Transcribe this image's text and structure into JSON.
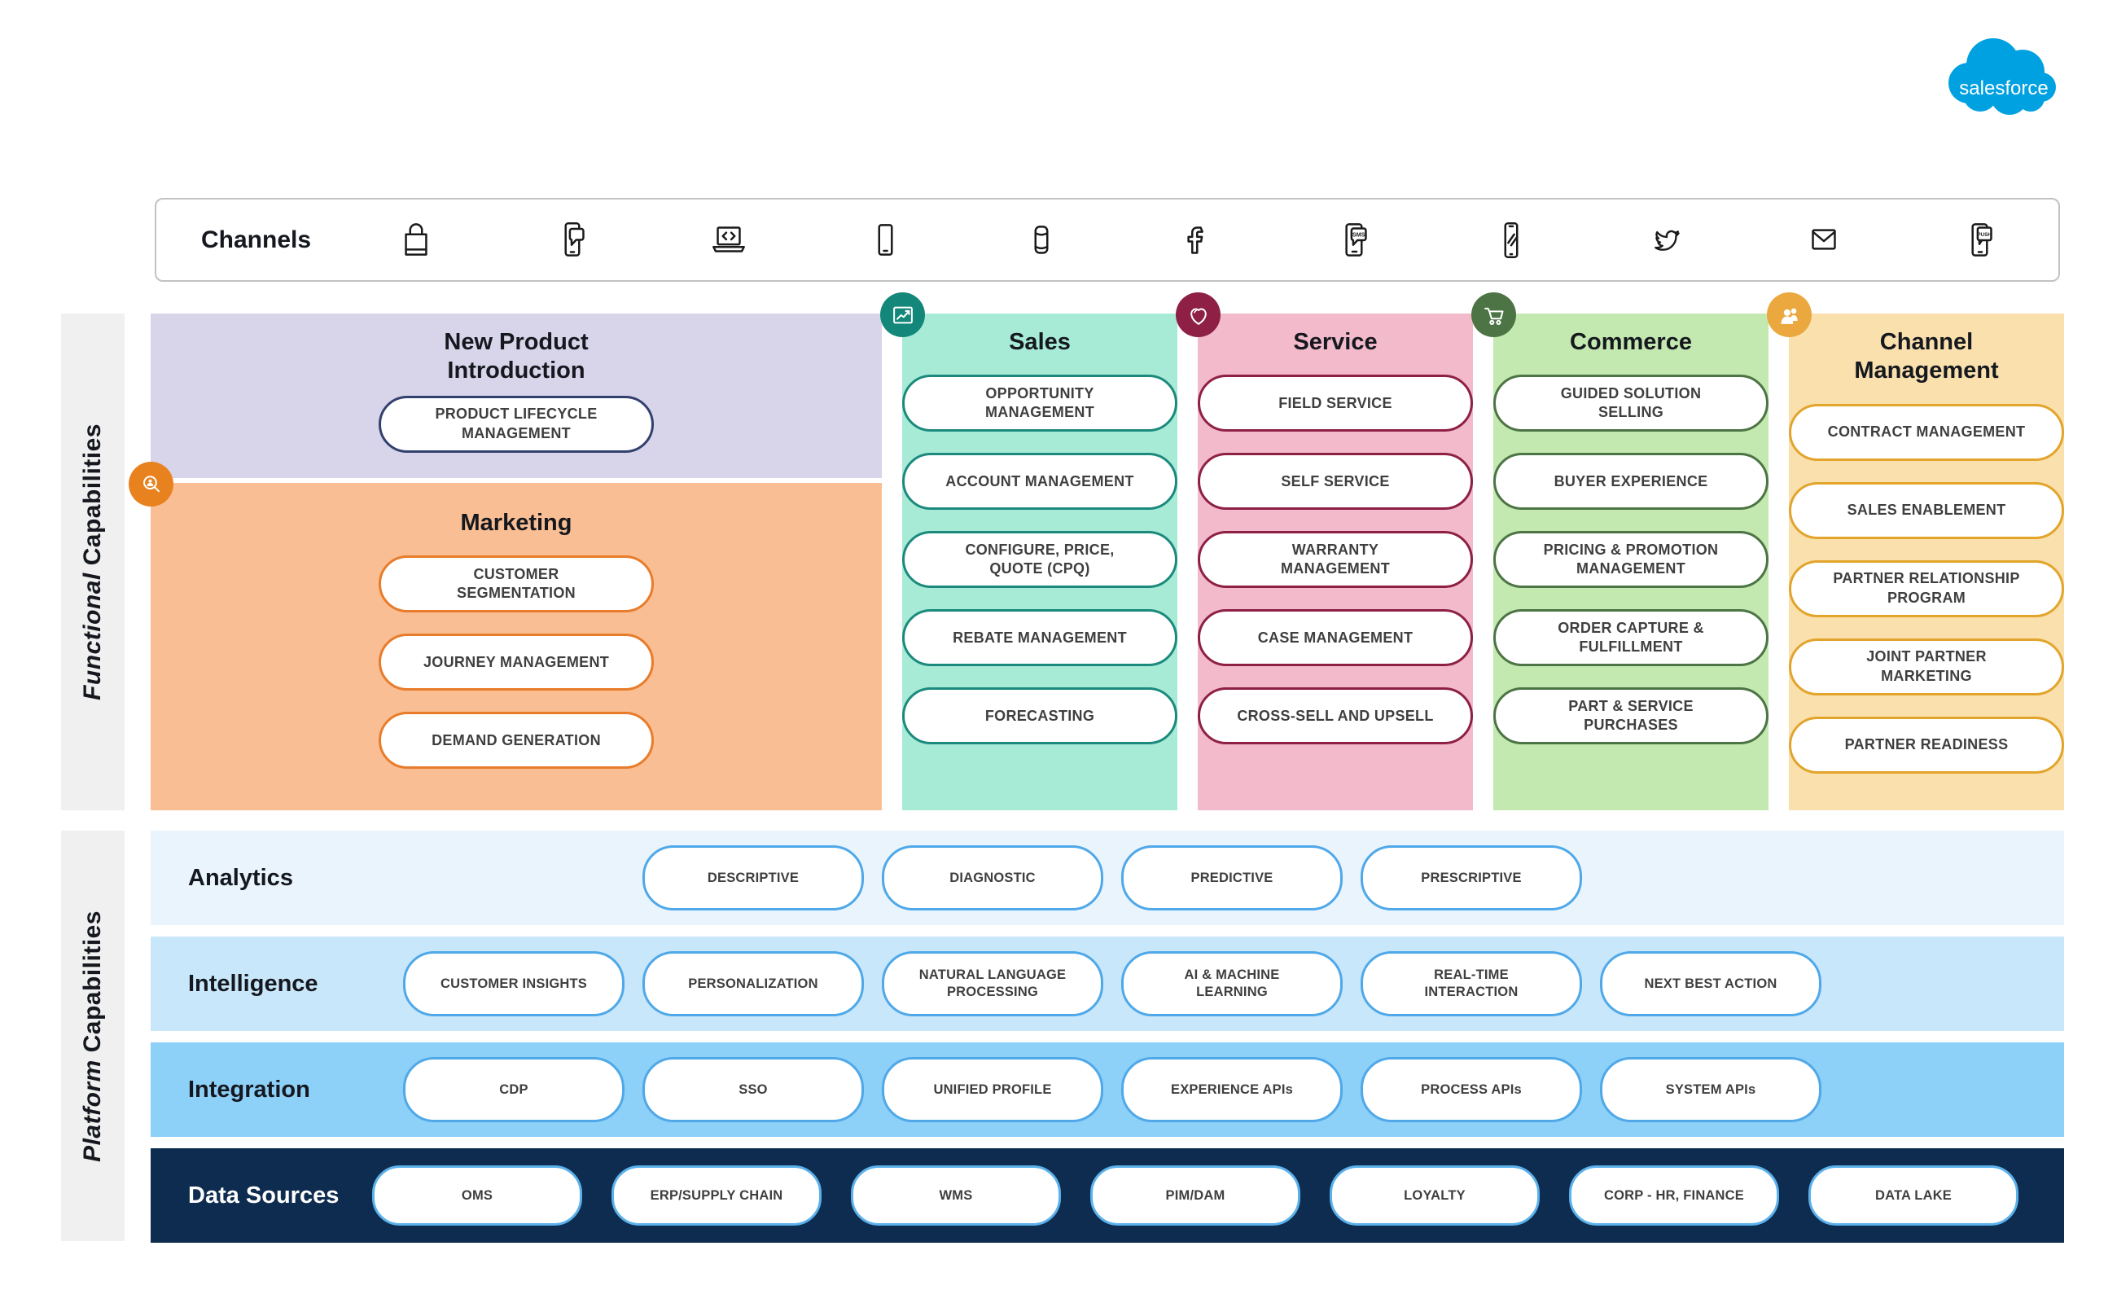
{
  "brand": {
    "logo_text": "salesforce",
    "logo_color": "#00A1E0"
  },
  "channels": {
    "label": "Channels",
    "icons": [
      "shopping-bag-icon",
      "phone-chat-icon",
      "laptop-code-icon",
      "tablet-icon",
      "smart-speaker-icon",
      "facebook-icon",
      "sms-icon",
      "mobile-icon",
      "twitter-icon",
      "email-icon",
      "push-notification-icon"
    ]
  },
  "functional": {
    "side_label_italic": "Functional",
    "side_label_rest": "Capabilities",
    "columns": {
      "npi": {
        "title": "New Product\nIntroduction",
        "bg": "#D8D4EA",
        "pill_border": "#32406E",
        "items": [
          "PRODUCT LIFECYCLE\nMANAGEMENT"
        ]
      },
      "marketing": {
        "title": "Marketing",
        "bg": "#F9BE93",
        "pill_border": "#E87C2A",
        "badge_color": "#E8821E",
        "badge_icon": "search-person-icon",
        "items": [
          "CUSTOMER\nSEGMENTATION",
          "JOURNEY MANAGEMENT",
          "DEMAND GENERATION"
        ]
      },
      "sales": {
        "title": "Sales",
        "bg": "#A7EBD6",
        "pill_border": "#1B8A7D",
        "badge_color": "#12877A",
        "badge_icon": "chart-icon",
        "items": [
          "OPPORTUNITY\nMANAGEMENT",
          "ACCOUNT MANAGEMENT",
          "CONFIGURE, PRICE,\nQUOTE (CPQ)",
          "REBATE MANAGEMENT",
          "FORECASTING"
        ]
      },
      "service": {
        "title": "Service",
        "bg": "#F2BACA",
        "pill_border": "#8E2045",
        "badge_color": "#8E2045",
        "badge_icon": "heart-icon",
        "items": [
          "FIELD SERVICE",
          "SELF SERVICE",
          "WARRANTY\nMANAGEMENT",
          "CASE MANAGEMENT",
          "CROSS-SELL AND UPSELL"
        ]
      },
      "commerce": {
        "title": "Commerce",
        "bg": "#C3E9B0",
        "pill_border": "#4C7444",
        "badge_color": "#4C7444",
        "badge_icon": "cart-icon",
        "items": [
          "GUIDED SOLUTION\nSELLING",
          "BUYER EXPERIENCE",
          "PRICING & PROMOTION\nMANAGEMENT",
          "ORDER CAPTURE &\nFULFILLMENT",
          "PART & SERVICE\nPURCHASES"
        ]
      },
      "channel_management": {
        "title": "Channel\nManagement",
        "bg": "#F9E0AC",
        "pill_border": "#E2A42B",
        "badge_color": "#EAA83E",
        "badge_icon": "people-icon",
        "items": [
          "CONTRACT MANAGEMENT",
          "SALES ENABLEMENT",
          "PARTNER RELATIONSHIP\nPROGRAM",
          "JOINT PARTNER\nMARKETING",
          "PARTNER READINESS"
        ]
      }
    }
  },
  "platform": {
    "side_label_italic": "Platform",
    "side_label_rest": "Capabilities",
    "rows": {
      "analytics": {
        "label": "Analytics",
        "bg": "#EAF4FD",
        "pill_border": "#4FA8E8",
        "pills": [
          "DESCRIPTIVE",
          "DIAGNOSTIC",
          "PREDICTIVE",
          "PRESCRIPTIVE"
        ]
      },
      "intelligence": {
        "label": "Intelligence",
        "bg": "#C9E7FB",
        "pill_border": "#4FA8E8",
        "pills": [
          "CUSTOMER INSIGHTS",
          "PERSONALIZATION",
          "NATURAL LANGUAGE\nPROCESSING",
          "AI & MACHINE\nLEARNING",
          "REAL-TIME\nINTERACTION",
          "NEXT BEST ACTION"
        ]
      },
      "integration": {
        "label": "Integration",
        "bg": "#8DD0F8",
        "pill_border": "#4FA8E8",
        "pills": [
          "CDP",
          "SSO",
          "UNIFIED PROFILE",
          "EXPERIENCE APIs",
          "PROCESS APIs",
          "SYSTEM APIs"
        ]
      },
      "data_sources": {
        "label": "Data Sources",
        "bg": "#0E2C4F",
        "pill_border": "#5AB1EC",
        "pills": [
          "OMS",
          "ERP/SUPPLY CHAIN",
          "WMS",
          "PIM/DAM",
          "LOYALTY",
          "CORP - HR, FINANCE",
          "DATA LAKE"
        ]
      }
    }
  }
}
